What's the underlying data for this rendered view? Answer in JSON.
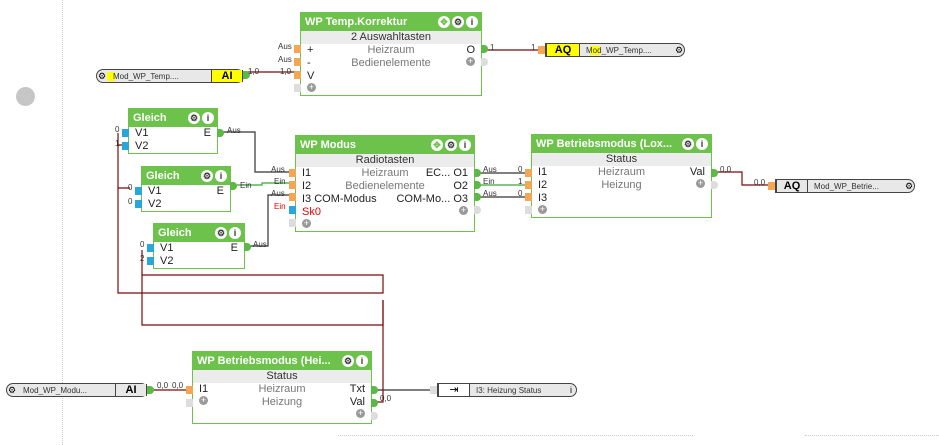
{
  "blocks": {
    "temp_korrektur": {
      "title": "WP Temp.Korrektur",
      "subtitle": "2 Auswahltasten",
      "inputs": [
        "+",
        "-",
        "V"
      ],
      "outputs": [
        "O"
      ],
      "room": "Heizraum",
      "category": "Bedienelemente",
      "in_labels": [
        "Aus",
        "Aus",
        "1,0"
      ],
      "out_value": "1"
    },
    "gleich1": {
      "title": "Gleich",
      "inputs": [
        "V1",
        "V2"
      ],
      "output": "E",
      "in_values": [
        "0",
        "1"
      ],
      "out_label": "Aus"
    },
    "gleich2": {
      "title": "Gleich",
      "inputs": [
        "V1",
        "V2"
      ],
      "output": "E",
      "in_values": [
        "0",
        "0"
      ],
      "out_label": "Ein"
    },
    "gleich3": {
      "title": "Gleich",
      "inputs": [
        "V1",
        "V2"
      ],
      "output": "E",
      "in_values": [
        "0",
        "2"
      ],
      "out_label": "Aus"
    },
    "modus": {
      "title": "WP Modus",
      "subtitle": "Radiotasten",
      "inputs": [
        "I1",
        "I2",
        "I3 COM-Modus",
        "Sk0"
      ],
      "outputs": [
        "EC... O1",
        "O2",
        "COM-Mo... O3"
      ],
      "room": "Heizraum",
      "category": "Bedienelemente",
      "in_labels": [
        "Aus",
        "Ein",
        "Aus",
        "Ein"
      ],
      "out_labels": [
        "Aus",
        "Ein",
        "Aus"
      ]
    },
    "betrieb_lox": {
      "title": "WP Betriebsmodus (Lox...",
      "subtitle": "Status",
      "inputs": [
        "I1",
        "I2",
        "I3"
      ],
      "output": "Val",
      "room": "Heizraum",
      "category": "Heizung",
      "in_values": [
        "0",
        "1",
        "0"
      ],
      "out_value": "0,0"
    },
    "betrieb_hei": {
      "title": "WP Betriebsmodus (Hei...",
      "subtitle": "Status",
      "inputs": [
        "I1"
      ],
      "outputs": [
        "Txt",
        "Val"
      ],
      "room": "Heizraum",
      "category": "Heizung",
      "in_value": "0,0",
      "out_value": "0,0"
    }
  },
  "io": {
    "ai_temp": {
      "name": "Mod_WP_Temp....",
      "tag": "AI",
      "value": "1,0"
    },
    "aq_temp": {
      "name": "Mod_WP_Temp....",
      "tag": "AQ",
      "value": "1"
    },
    "aq_betrie": {
      "name": "Mod_WP_Betrie...",
      "tag": "AQ",
      "value": "0,0"
    },
    "ai_modu": {
      "name": "Mod_WP_Modu...",
      "tag": "AI",
      "value": "0,0"
    },
    "status_out": {
      "name": "I3: Heizung Status",
      "tag": "⇥"
    }
  },
  "colors": {
    "block_green": "#6cc24a",
    "wire_red": "#7a0a0a",
    "pin_orange": "#f5a654",
    "pin_blue": "#29a7d8",
    "tag_yellow": "#ffff00"
  }
}
